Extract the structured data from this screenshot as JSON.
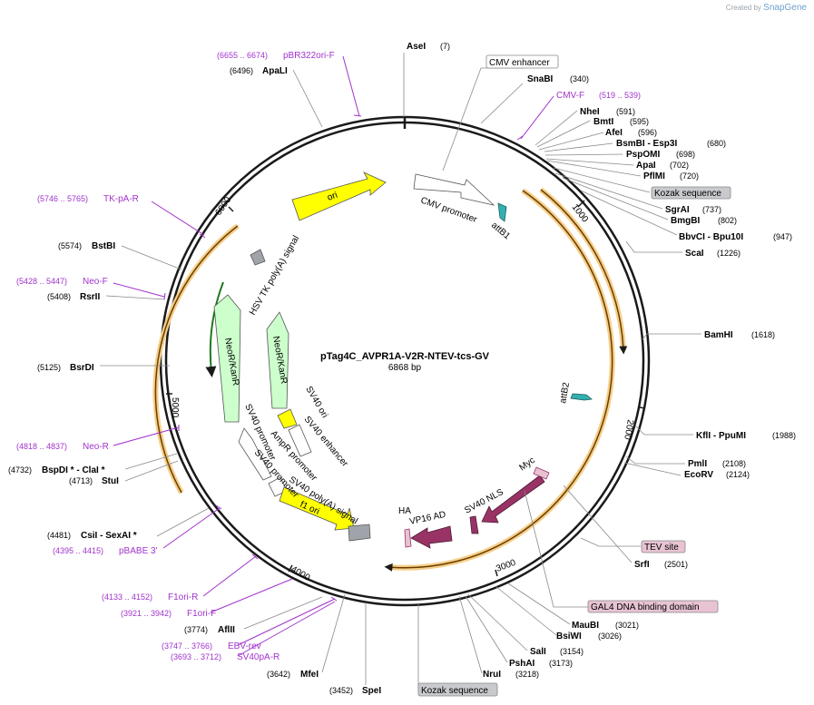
{
  "app": {
    "brand_prefix": "Created by",
    "brand_name": "SnapGene"
  },
  "plasmid": {
    "name": "pTag4C_AVPR1A-V2R-NTEV-tcs-GV",
    "length": "6868 bp",
    "total": 6868
  },
  "colors": {
    "backbone": "#1a1a1a",
    "primer": "#a033cc",
    "yellow": "#ffff00",
    "green": "#ccffcc",
    "maroon": "#993366",
    "orf": "#f5cf8a",
    "teal": "#33b0b0",
    "grey": "#a0a4aa",
    "pink": "#e8c3d3"
  },
  "ticks": [
    "1000",
    "2000",
    "3000",
    "4000",
    "5000",
    "6000"
  ],
  "enzymes": [
    {
      "name": "AseI",
      "pos": "(7)",
      "bp": 7
    },
    {
      "name": "SnaBI",
      "pos": "(340)",
      "bp": 340
    },
    {
      "name": "NheI",
      "pos": "(591)",
      "bp": 591
    },
    {
      "name": "BmtI",
      "pos": "(595)",
      "bp": 595
    },
    {
      "name": "AfeI",
      "pos": "(596)",
      "bp": 596
    },
    {
      "name": "BsmBI - Esp3I",
      "pos": "(680)",
      "bp": 680
    },
    {
      "name": "PspOMI",
      "pos": "(698)",
      "bp": 698
    },
    {
      "name": "ApaI",
      "pos": "(702)",
      "bp": 702
    },
    {
      "name": "PflMI",
      "pos": "(720)",
      "bp": 720
    },
    {
      "name": "SgrAI",
      "pos": "(737)",
      "bp": 737
    },
    {
      "name": "BmgBI",
      "pos": "(802)",
      "bp": 802
    },
    {
      "name": "BbvCI - Bpu10I",
      "pos": "(947)",
      "bp": 947
    },
    {
      "name": "ScaI",
      "pos": "(1226)",
      "bp": 1226
    },
    {
      "name": "BamHI",
      "pos": "(1618)",
      "bp": 1618
    },
    {
      "name": "KflI - PpuMI",
      "pos": "(1988)",
      "bp": 1988
    },
    {
      "name": "PmlI",
      "pos": "(2108)",
      "bp": 2108
    },
    {
      "name": "EcoRV",
      "pos": "(2124)",
      "bp": 2124
    },
    {
      "name": "SrfI",
      "pos": "(2501)",
      "bp": 2501
    },
    {
      "name": "MauBI",
      "pos": "(3021)",
      "bp": 3021
    },
    {
      "name": "BsiWI",
      "pos": "(3026)",
      "bp": 3026
    },
    {
      "name": "SalI",
      "pos": "(3154)",
      "bp": 3154
    },
    {
      "name": "PshAI",
      "pos": "(3173)",
      "bp": 3173
    },
    {
      "name": "NruI",
      "pos": "(3218)",
      "bp": 3218
    },
    {
      "name": "SpeI",
      "pos": "(3452)",
      "bp": 3452
    },
    {
      "name": "MfeI",
      "pos": "(3642)",
      "bp": 3642
    },
    {
      "name": "AflII",
      "pos": "(3774)",
      "bp": 3774
    },
    {
      "name": "CsiI - SexAI *",
      "pos": "(4481)",
      "bp": 4481
    },
    {
      "name": "StuI",
      "pos": "(4713)",
      "bp": 4713
    },
    {
      "name": "BspDI * - ClaI *",
      "pos": "(4732)",
      "bp": 4732
    },
    {
      "name": "BsrDI",
      "pos": "(5125)",
      "bp": 5125
    },
    {
      "name": "RsrII",
      "pos": "(5408)",
      "bp": 5408
    },
    {
      "name": "BstBI",
      "pos": "(5574)",
      "bp": 5574
    },
    {
      "name": "ApaLI",
      "pos": "(6496)",
      "bp": 6496
    }
  ],
  "primers": [
    {
      "name": "pBR322ori-F",
      "pos": "(6655 .. 6674)",
      "bp": 6665
    },
    {
      "name": "CMV-F",
      "pos": "(519 .. 539)",
      "bp": 529
    },
    {
      "name": "TK-pA-R",
      "pos": "(5746 .. 5765)",
      "bp": 5755
    },
    {
      "name": "Neo-F",
      "pos": "(5428 .. 5447)",
      "bp": 5437
    },
    {
      "name": "Neo-R",
      "pos": "(4818 .. 4837)",
      "bp": 4827
    },
    {
      "name": "pBABE 3'",
      "pos": "(4395 .. 4415)",
      "bp": 4405
    },
    {
      "name": "F1ori-R",
      "pos": "(4133 .. 4152)",
      "bp": 4142
    },
    {
      "name": "F1ori-F",
      "pos": "(3921 .. 3942)",
      "bp": 3931
    },
    {
      "name": "EBV-rev",
      "pos": "(3747 .. 3766)",
      "bp": 3756
    },
    {
      "name": "SV40pA-R",
      "pos": "(3693 .. 3712)",
      "bp": 3702
    }
  ],
  "boxed_labels": [
    {
      "text": "CMV enhancer",
      "style": "white"
    },
    {
      "text": "Kozak sequence",
      "style": "grey"
    },
    {
      "text": "TEV site",
      "style": "pink"
    },
    {
      "text": "GAL4 DNA binding domain",
      "style": "pink"
    },
    {
      "text": "Kozak sequence",
      "style": "grey"
    }
  ],
  "features": [
    {
      "label": "ori"
    },
    {
      "label": "CMV promoter"
    },
    {
      "label": "attB1"
    },
    {
      "label": "attB2"
    },
    {
      "label": "HSV TK poly(A) signal"
    },
    {
      "label": "NeoR/KanR"
    },
    {
      "label": "NeoR/KanR"
    },
    {
      "label": "SV40 ori"
    },
    {
      "label": "SV40 enhancer"
    },
    {
      "label": "SV40 promoter"
    },
    {
      "label": "AmpR promoter"
    },
    {
      "label": "SV40 promoter"
    },
    {
      "label": "SV40 poly(A) signal"
    },
    {
      "label": "f1 ori"
    },
    {
      "label": "Myc"
    },
    {
      "label": "SV40 NLS"
    },
    {
      "label": "VP16 AD"
    },
    {
      "label": "HA"
    }
  ]
}
